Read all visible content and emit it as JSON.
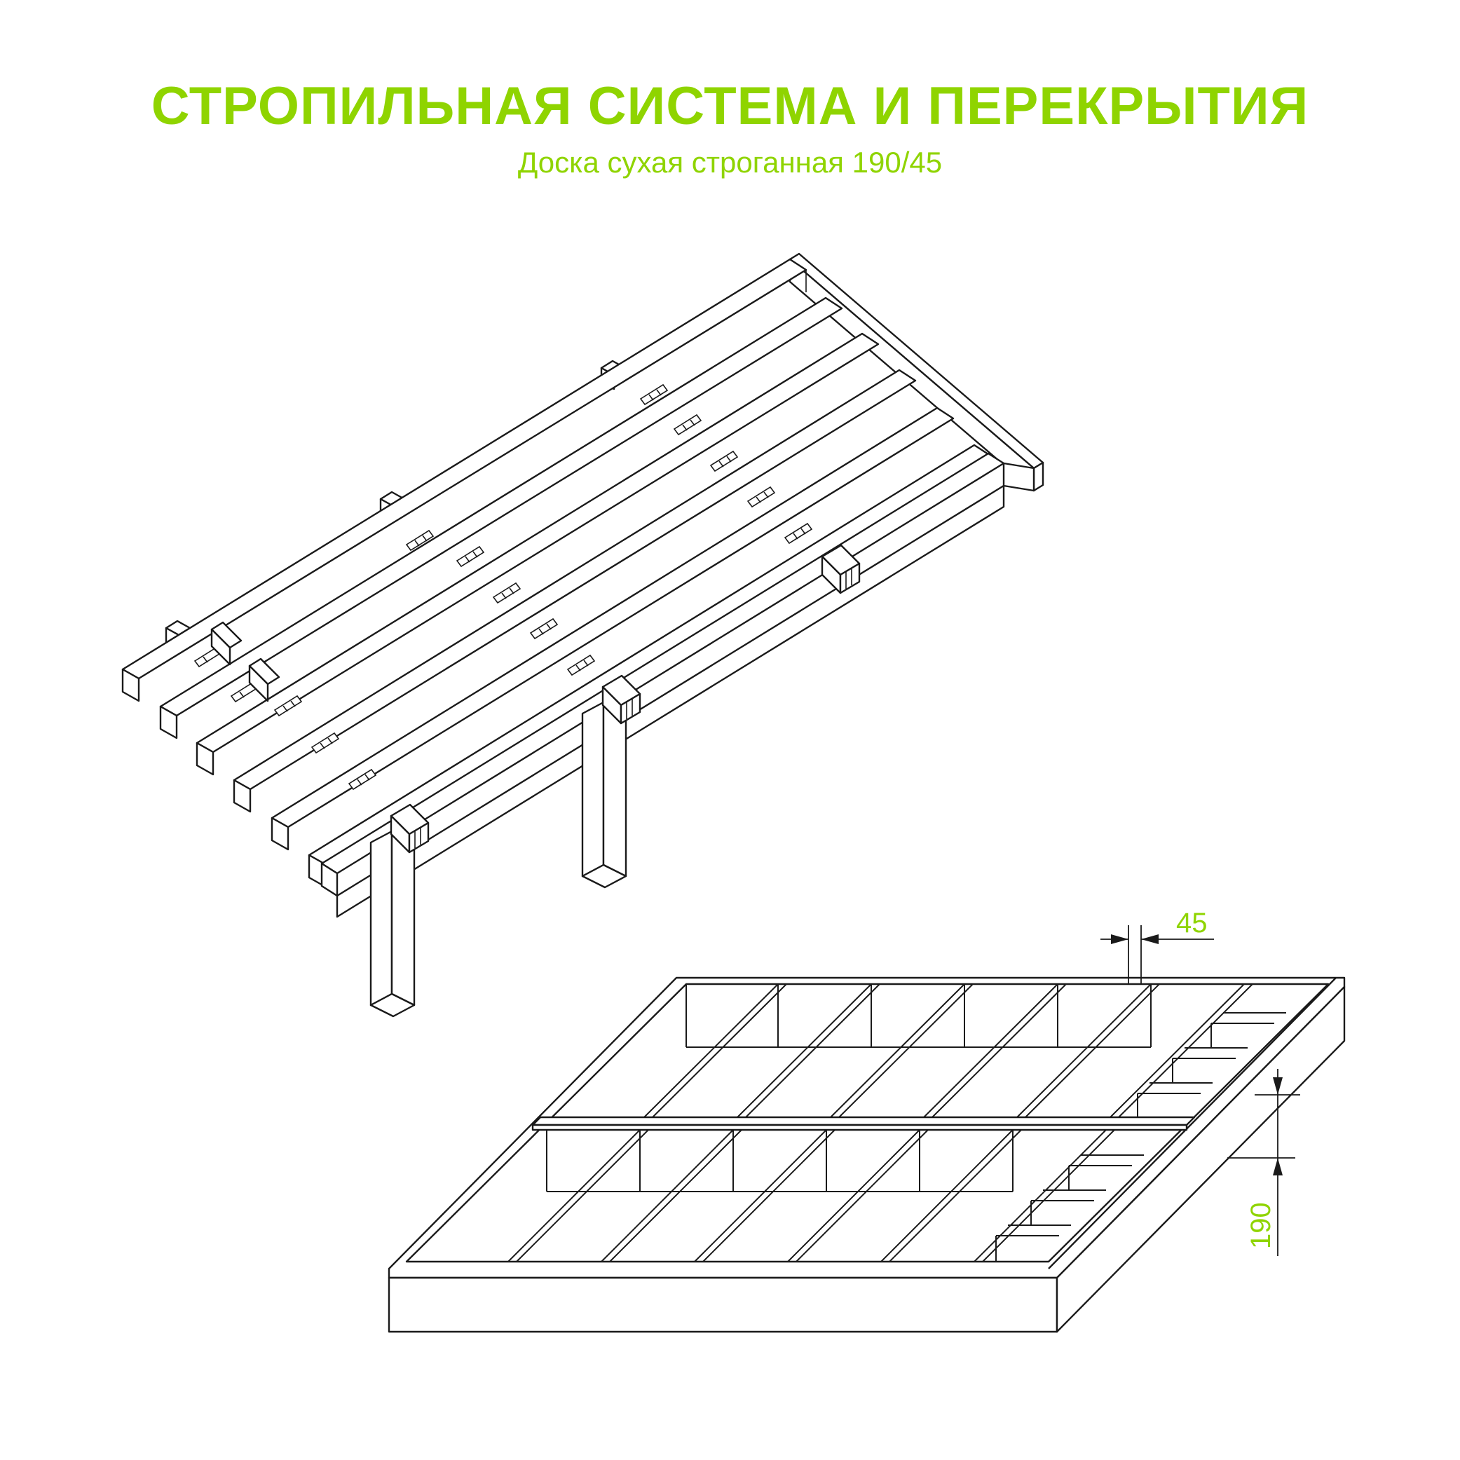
{
  "header": {
    "title": "СТРОПИЛЬНАЯ СИСТЕМА И ПЕРЕКРЫТИЯ",
    "subtitle": "Доска сухая строганная 190/45"
  },
  "dimensions": {
    "board_thickness": "45",
    "board_height": "190"
  },
  "colors": {
    "accent": "#8fd400",
    "line": "#1a1a1a"
  }
}
